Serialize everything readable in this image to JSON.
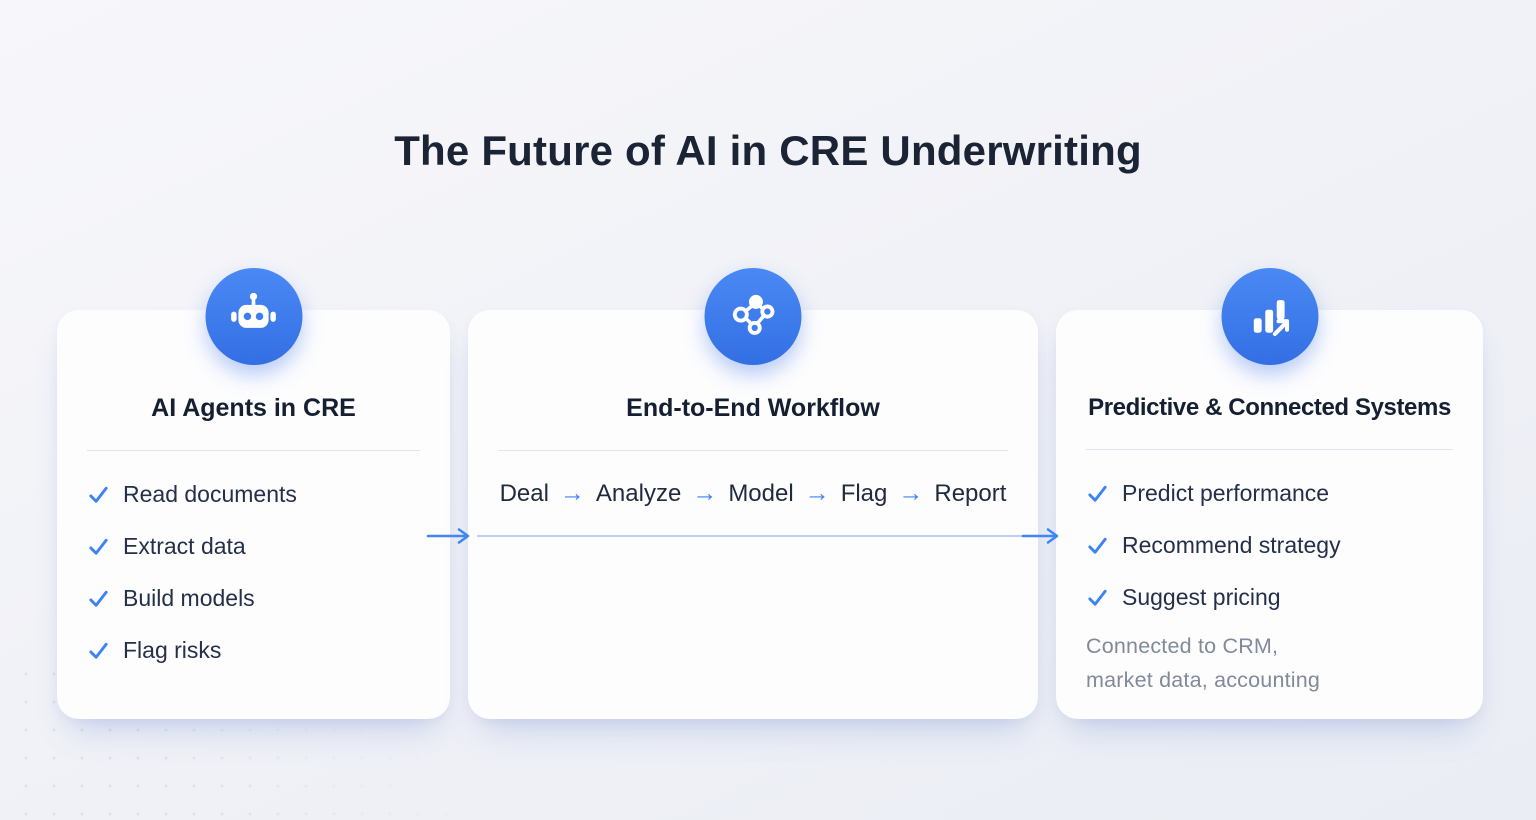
{
  "page": {
    "title": "The Future of AI in CRE Underwriting"
  },
  "colors": {
    "accent_blue": "#3b82f6",
    "icon_badge_blue": "#3d7ef0",
    "title_navy": "#1b2435",
    "body_text": "#243049",
    "muted_text": "#818a9a",
    "card_background": "#fdfdfe",
    "page_background": "#f1f2f7",
    "connector_light_blue": "#b0c9f1"
  },
  "cards": [
    {
      "id": "ai-agents",
      "icon": "robot-icon",
      "title": "AI Agents in CRE",
      "items": [
        "Read documents",
        "Extract data",
        "Build models",
        "Flag risks"
      ]
    },
    {
      "id": "workflow",
      "icon": "network-nodes-icon",
      "title": "End-to-End Workflow",
      "flow": {
        "steps": [
          "Deal",
          "Analyze",
          "Model",
          "Flag",
          "Report"
        ],
        "arrow": "→"
      }
    },
    {
      "id": "predictive",
      "icon": "bar-chart-arrow-icon",
      "title": "Predictive & Connected Systems",
      "items": [
        "Predict performance",
        "Recommend strategy",
        "Suggest pricing"
      ],
      "note_lines": [
        "Connected to CRM,",
        "market data, accounting"
      ]
    }
  ]
}
